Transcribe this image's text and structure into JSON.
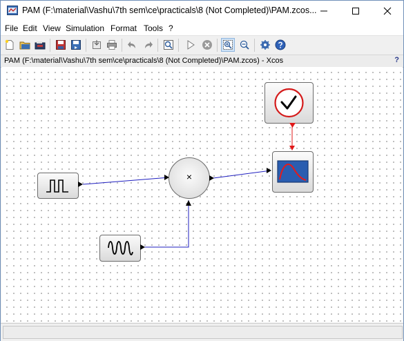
{
  "window": {
    "title": "PAM (F:\\material\\Vashu\\7th sem\\ce\\practicals\\8 (Not Completed)\\PAM.zcos..."
  },
  "menu": {
    "items": [
      "File",
      "Edit",
      "View",
      "Simulation",
      "Format",
      "Tools",
      "?"
    ]
  },
  "pathbar": {
    "text": "PAM (F:\\material\\Vashu\\7th sem\\ce\\practicals\\8 (Not Completed)\\PAM.zcos) - Xcos",
    "help": "?"
  },
  "diagram": {
    "product_symbol": "×",
    "link_colors": {
      "data": "#1d1dbf",
      "event": "#e01818"
    }
  },
  "toolbar_icons": [
    "new-icon",
    "open-icon",
    "open-folder-icon",
    "save-icon",
    "save-as-icon",
    "export-icon",
    "print-icon",
    "undo-icon",
    "redo-icon",
    "fit-view-icon",
    "start-icon",
    "stop-icon",
    "zoom-in-icon",
    "zoom-out-icon",
    "setup-icon",
    "help-icon"
  ]
}
